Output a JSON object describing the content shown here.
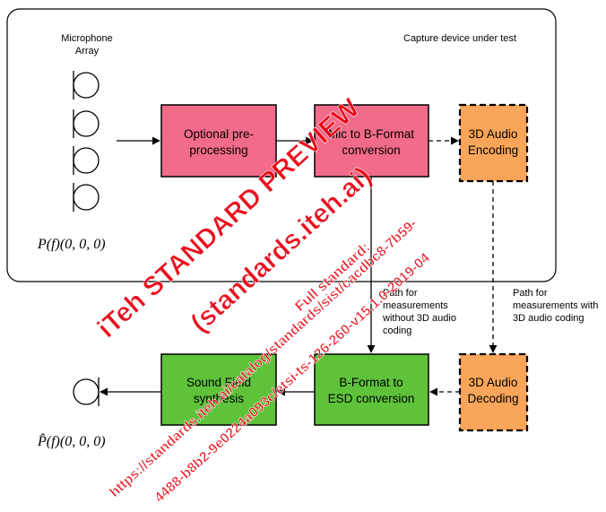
{
  "capture_label": "Capture device under test",
  "mic_array": {
    "line1": "Microphone",
    "line2": "Array"
  },
  "input_formula": "P(f)(0, 0, 0)",
  "output_formula": "P̂(f)(0, 0, 0)",
  "blocks": {
    "preproc": {
      "line1": "Optional pre-",
      "line2": "processing"
    },
    "mic_bformat": {
      "line1": "Mic to B-Format",
      "line2": "conversion"
    },
    "audio_encoding": {
      "line1": "3D Audio",
      "line2": "Encoding"
    },
    "sound_field": {
      "line1": "Sound Field",
      "line2": "synthesis"
    },
    "bformat_esd": {
      "line1": "B-Format to",
      "line2": "ESD conversion"
    },
    "audio_decoding": {
      "line1": "3D Audio",
      "line2": "Decoding"
    }
  },
  "path_labels": {
    "without": [
      "Path for",
      "measurements",
      "without 3D audio",
      "coding"
    ],
    "with": [
      "Path for",
      "measurements with",
      "3D audio coding"
    ]
  },
  "watermark": {
    "line1": "iTeh STANDARD PREVIEW",
    "line2": "(standards.iteh.ai)",
    "line3": "Full standard:",
    "line4": "https://standards.iteh.ai/catalog/standards/sist/cacdbc8-7b59-",
    "line5": "4488-b8b2-9e0224a093c/etsi-ts-126-260-v15.1.0-2019-04"
  },
  "colors": {
    "pink": "#f26b8a",
    "orange": "#f9a65a",
    "green": "#5fc23b",
    "watermark": "#e8000f"
  }
}
